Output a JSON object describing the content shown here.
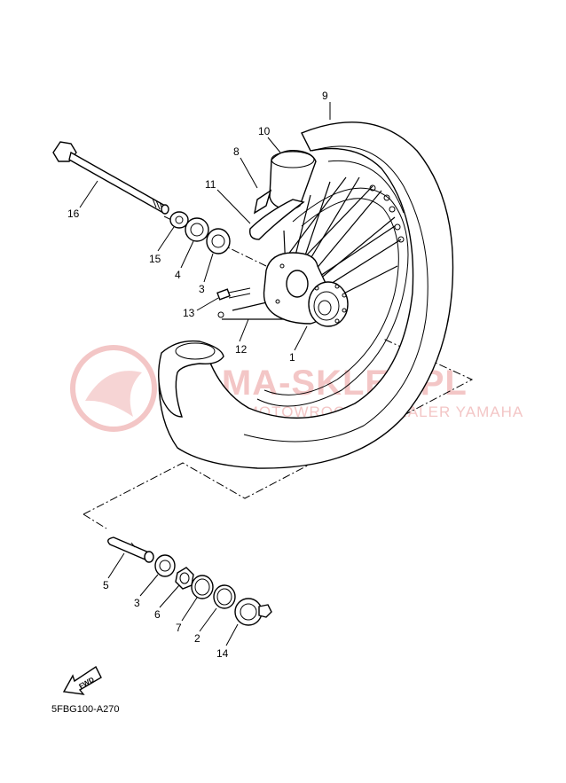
{
  "diagram": {
    "part_code": "5FBG100-A270",
    "callouts": [
      "1",
      "2",
      "3",
      "4",
      "5",
      "6",
      "7",
      "8",
      "9",
      "10",
      "11",
      "12",
      "13",
      "14",
      "15",
      "16",
      "3"
    ],
    "fwd_label": "FWD",
    "watermark": {
      "title": "YAMA-SKLEP.PL",
      "subtitle": "WOJCIK-MOTOWROCLAW DEALER YAMAHA"
    }
  }
}
